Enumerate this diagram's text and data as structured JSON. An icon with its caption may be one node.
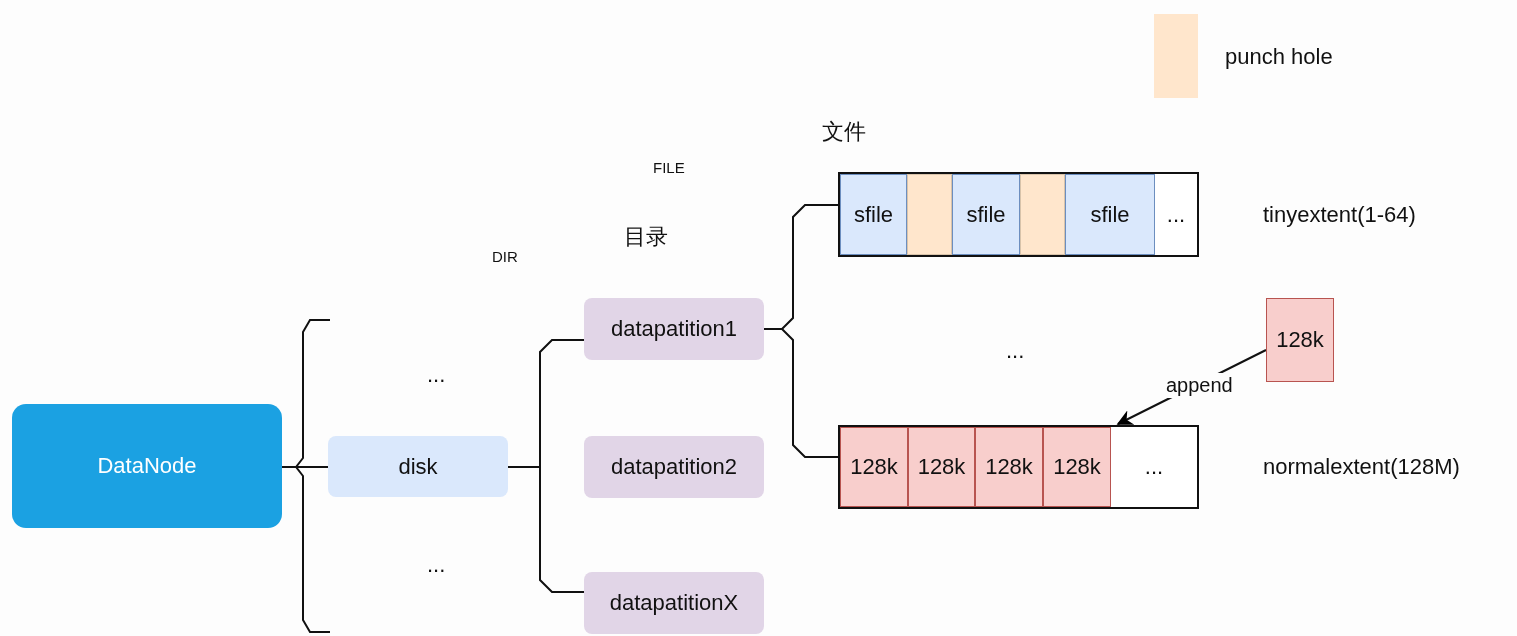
{
  "diagram": {
    "nodes": [
      {
        "text": [
          "DataNode"
        ]
      },
      {
        "text": [
          "disk"
        ]
      },
      {
        "text": [
          "datapatition1"
        ]
      },
      {
        "text": [
          "datapatition2"
        ]
      },
      {
        "text": [
          "datapatitionX"
        ]
      },
      {
        "text": [],
        "shape": "box",
        "beside": [
          "tinyextent(1-64)"
        ]
      },
      {
        "text": [
          "sfile"
        ],
        "in": 5
      },
      {
        "text": [],
        "shape": "box",
        "in": 5
      },
      {
        "text": [
          "sfile"
        ],
        "in": 5
      },
      {
        "text": [],
        "shape": "box",
        "in": 5
      },
      {
        "text": [
          "sfile"
        ],
        "in": 5
      },
      {
        "text": [
          "..."
        ],
        "in": 5
      },
      {
        "text": [],
        "shape": "box",
        "beside": [
          "normalextent(128M)"
        ]
      },
      {
        "text": [
          "128k"
        ],
        "in": 12
      },
      {
        "text": [
          "128k"
        ],
        "in": 12
      },
      {
        "text": [
          "128k"
        ],
        "in": 12
      },
      {
        "text": [
          "128k"
        ],
        "in": 12
      },
      {
        "text": [
          "..."
        ],
        "in": 12
      },
      {
        "text": [
          "128k"
        ]
      }
    ],
    "edges": [
      {
        "from": 0,
        "to": null,
        "arrow": "none"
      },
      {
        "from": 0,
        "to": 1,
        "arrow": "none"
      },
      {
        "from": 0,
        "to": null,
        "arrow": "none"
      },
      {
        "from": 1,
        "to": 2,
        "arrow": "none"
      },
      {
        "from": 1,
        "to": 4,
        "arrow": "none"
      },
      {
        "from": 2,
        "to": 5,
        "arrow": "none"
      },
      {
        "from": 2,
        "to": 12,
        "arrow": "none"
      },
      {
        "from": 18,
        "to": 12,
        "arrow": "to",
        "label": "append"
      }
    ],
    "labels": [
      "文件",
      "FILE",
      "目录",
      "DIR",
      "...",
      "...",
      "..."
    ],
    "legend": [
      {
        "text": "punch hole",
        "color": "#ffe6cc"
      }
    ]
  }
}
